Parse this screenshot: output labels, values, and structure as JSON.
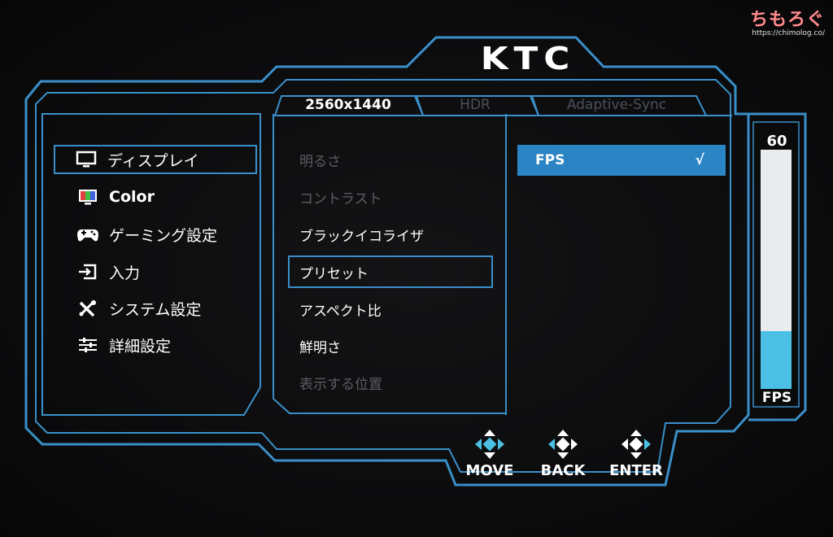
{
  "watermark": {
    "main": "ちもろぐ",
    "url": "https://chimolog.co/"
  },
  "brand": {
    "logo": "KTC"
  },
  "tabs": [
    {
      "label": "2560x1440",
      "active": true
    },
    {
      "label": "HDR",
      "active": false
    },
    {
      "label": "Adaptive-Sync",
      "active": false
    }
  ],
  "main_menu": [
    {
      "label": "ディスプレイ",
      "icon": "monitor-icon",
      "selected": true
    },
    {
      "label": "Color",
      "icon": "color-palette-icon",
      "selected": false
    },
    {
      "label": "ゲーミング設定",
      "icon": "gamepad-icon",
      "selected": false
    },
    {
      "label": "入力",
      "icon": "input-icon",
      "selected": false
    },
    {
      "label": "システム設定",
      "icon": "wrench-icon",
      "selected": false
    },
    {
      "label": "詳細設定",
      "icon": "sliders-icon",
      "selected": false
    }
  ],
  "sub_menu": [
    {
      "label": "明るさ",
      "enabled": false
    },
    {
      "label": "コントラスト",
      "enabled": false
    },
    {
      "label": "ブラックイコライザ",
      "enabled": true
    },
    {
      "label": "プリセット",
      "enabled": true,
      "selected": true
    },
    {
      "label": "アスペクト比",
      "enabled": true
    },
    {
      "label": "鮮明さ",
      "enabled": true
    },
    {
      "label": "表示する位置",
      "enabled": false
    }
  ],
  "options": [
    {
      "label": "FPS",
      "check": "√",
      "selected": true
    }
  ],
  "fps_meter": {
    "value": "60",
    "label": "FPS",
    "fill_fraction": 0.24
  },
  "nav_buttons": [
    {
      "label": "MOVE",
      "icon": "move-dpad-icon"
    },
    {
      "label": "BACK",
      "icon": "back-dpad-icon"
    },
    {
      "label": "ENTER",
      "icon": "enter-dpad-icon"
    }
  ],
  "colors": {
    "accent": "#2b84c4",
    "frame": "#3a8fc8",
    "meter_fill": "#4cc0e4"
  }
}
